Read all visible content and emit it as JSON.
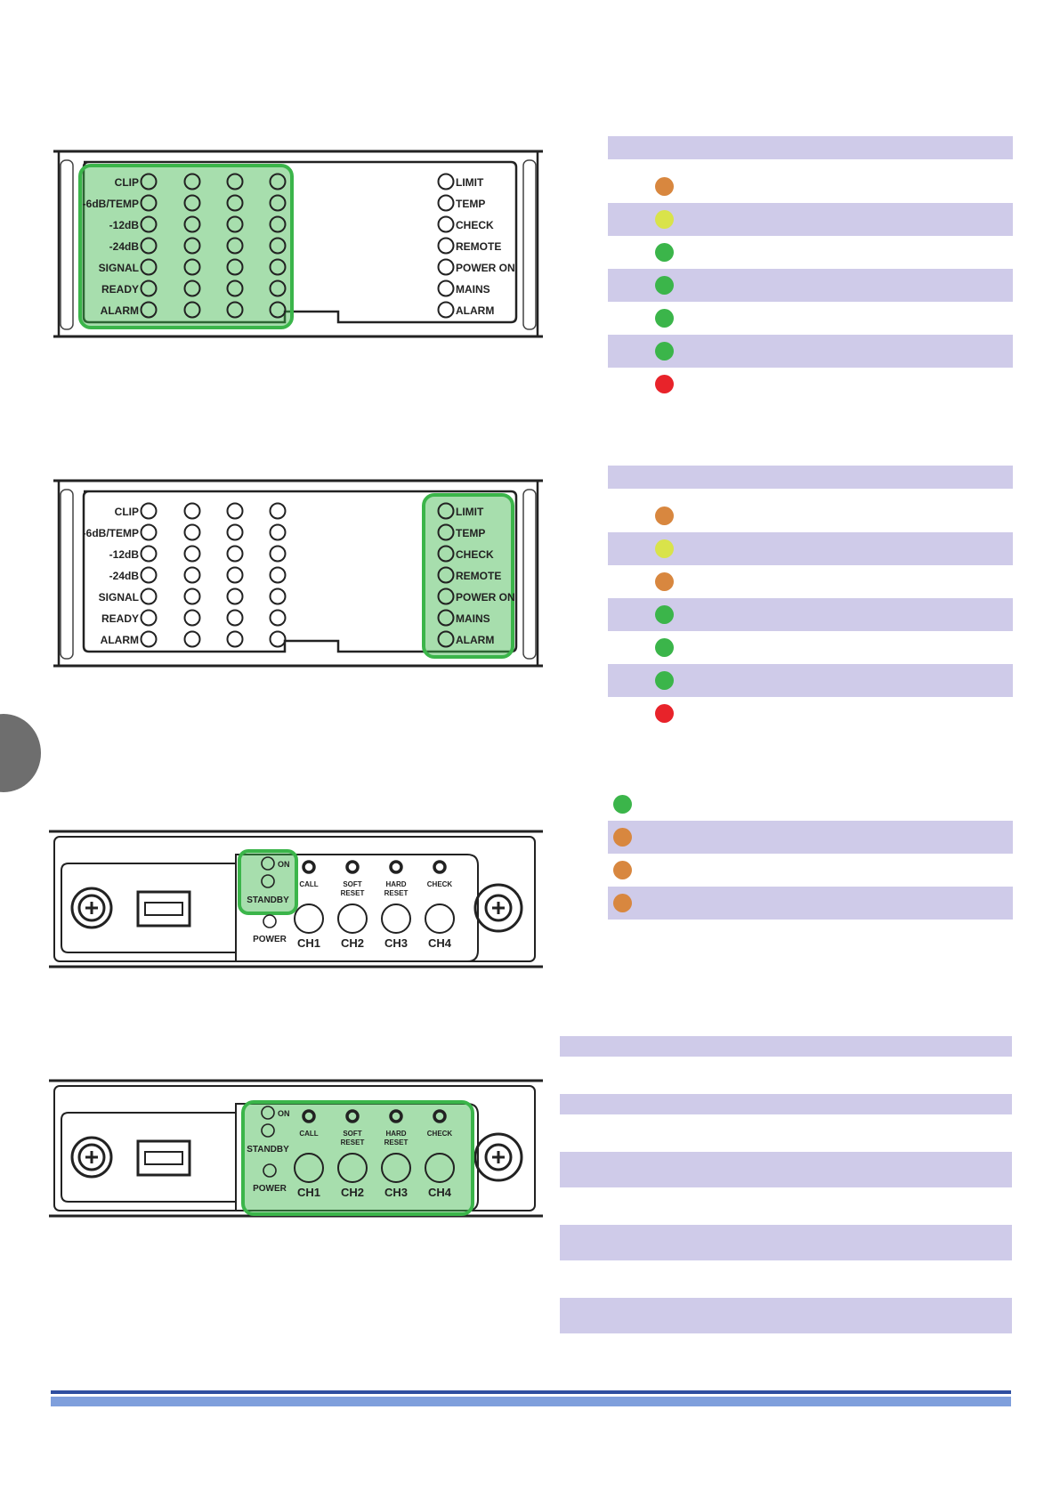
{
  "colors": {
    "orange": "#d8873f",
    "yellow": "#d9e34a",
    "green": "#3bb54a",
    "red": "#e8232a",
    "shade": "#cfcbe9",
    "highlight": "#3bb54a"
  },
  "front_panel": {
    "left_labels": [
      "CLIP",
      "-6dB/TEMP",
      "-12dB",
      "-24dB",
      "SIGNAL",
      "READY",
      "ALARM"
    ],
    "right_labels": [
      "LIMIT",
      "TEMP",
      "CHECK",
      "REMOTE",
      "POWER ON",
      "MAINS",
      "ALARM"
    ]
  },
  "rear_panel": {
    "on_label": "ON",
    "standby_label": "STANDBY",
    "power_label": "POWER",
    "button_labels": [
      [
        "CALL"
      ],
      [
        "SOFT",
        "RESET"
      ],
      [
        "HARD",
        "RESET"
      ],
      [
        "CHECK"
      ]
    ],
    "channel_labels": [
      "CH1",
      "CH2",
      "CH3",
      "CH4"
    ]
  },
  "table1": {
    "dots": [
      "orange",
      "yellow",
      "green",
      "green",
      "green",
      "green",
      "red"
    ]
  },
  "table2": {
    "dots": [
      "orange",
      "yellow",
      "orange",
      "green",
      "green",
      "green",
      "red"
    ]
  },
  "table3": {
    "dots": [
      "green",
      "orange",
      "orange",
      "orange"
    ]
  }
}
